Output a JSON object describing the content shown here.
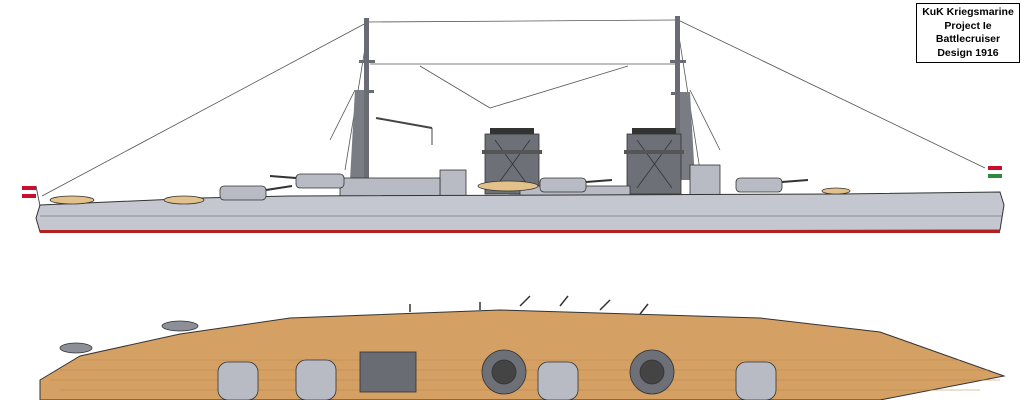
{
  "title_block": {
    "lines": [
      "KuK Kriegsmarine",
      "Project Ie",
      "Battlecruiser",
      "Design 1916"
    ]
  },
  "colors": {
    "hull": "#c4c6d0",
    "hull_dark": "#8c8e98",
    "deck_wood": "#d4a064",
    "deck_plank": "#b98448",
    "boot_topping": "#b02020",
    "turret": "#b8bac4",
    "funnel": "#6e7078",
    "boat": "#e2c28a"
  },
  "icons": [
    "austria-hungary-ensign-icon",
    "austria-hungary-jack-icon"
  ]
}
